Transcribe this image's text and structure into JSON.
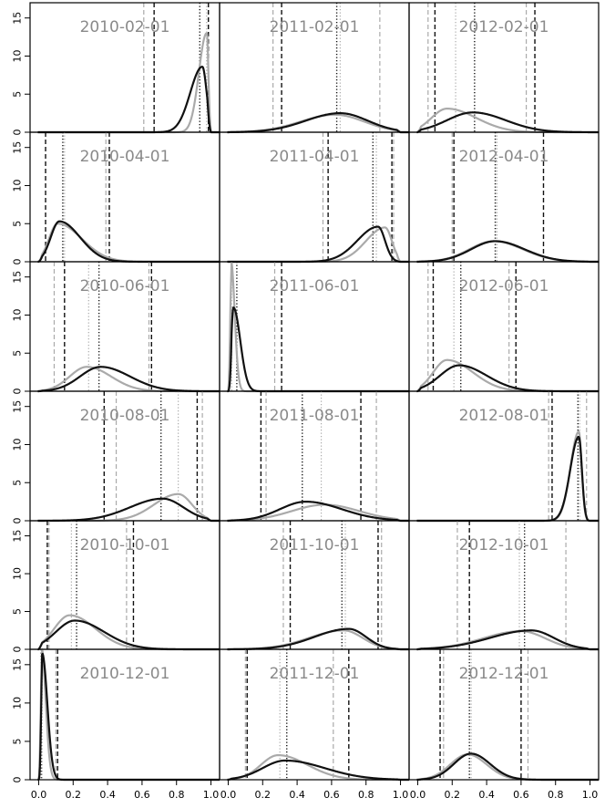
{
  "chart_data": {
    "type": "line",
    "layout": {
      "rows": 6,
      "cols": 3,
      "order": "column-major"
    },
    "xlim": [
      -0.05,
      1.05
    ],
    "ylim": [
      0,
      17
    ],
    "x_ticks": [
      0.0,
      0.2,
      0.4,
      0.6,
      0.8,
      1.0
    ],
    "x_tick_labels": [
      "0.0",
      "0.2",
      "0.4",
      "0.6",
      "0.8",
      "1.0"
    ],
    "y_ticks": [
      0,
      5,
      10,
      15
    ],
    "y_tick_labels": [
      "0",
      "5",
      "10",
      "15"
    ],
    "colors": {
      "dark": "#111111",
      "light": "#aaaaaa",
      "title": "#8a8a8a"
    },
    "panels": [
      {
        "title": "2010-02-01",
        "dark": {
          "mode": 0.95,
          "peak": 8.6,
          "sl": 0.07,
          "sr": 0.025,
          "xmin": 0.38,
          "xmax": 1.0
        },
        "light": {
          "mode": 0.975,
          "peak": 13.0,
          "sl": 0.045,
          "sr": 0.015,
          "xmin": 0.45,
          "xmax": 1.0
        },
        "vlines": [
          {
            "x": 0.61,
            "c": "light",
            "s": "dash"
          },
          {
            "x": 0.67,
            "c": "dark",
            "s": "dash"
          },
          {
            "x": 0.935,
            "c": "dark",
            "s": "dot"
          },
          {
            "x": 0.975,
            "c": "light",
            "s": "dot"
          },
          {
            "x": 0.985,
            "c": "dark",
            "s": "dash"
          }
        ]
      },
      {
        "title": "2010-04-01",
        "dark": {
          "mode": 0.12,
          "peak": 5.3,
          "sl": 0.05,
          "sr": 0.12,
          "xmin": 0.0,
          "xmax": 0.7
        },
        "light": {
          "mode": 0.11,
          "peak": 5.0,
          "sl": 0.05,
          "sr": 0.14,
          "xmin": 0.0,
          "xmax": 0.78
        },
        "vlines": [
          {
            "x": 0.04,
            "c": "dark",
            "s": "dash"
          },
          {
            "x": 0.14,
            "c": "dark",
            "s": "dot"
          },
          {
            "x": 0.15,
            "c": "light",
            "s": "dot"
          },
          {
            "x": 0.39,
            "c": "light",
            "s": "dash"
          },
          {
            "x": 0.41,
            "c": "dark",
            "s": "dash"
          }
        ]
      },
      {
        "title": "2010-06-01",
        "dark": {
          "mode": 0.36,
          "peak": 3.2,
          "sl": 0.12,
          "sr": 0.17,
          "xmin": 0.0,
          "xmax": 0.95
        },
        "light": {
          "mode": 0.28,
          "peak": 3.2,
          "sl": 0.1,
          "sr": 0.14,
          "xmin": 0.0,
          "xmax": 0.95
        },
        "vlines": [
          {
            "x": 0.09,
            "c": "light",
            "s": "dash"
          },
          {
            "x": 0.15,
            "c": "dark",
            "s": "dash"
          },
          {
            "x": 0.29,
            "c": "light",
            "s": "dot"
          },
          {
            "x": 0.35,
            "c": "dark",
            "s": "dot"
          },
          {
            "x": 0.64,
            "c": "light",
            "s": "dash"
          },
          {
            "x": 0.655,
            "c": "dark",
            "s": "dash"
          }
        ]
      },
      {
        "title": "2010-08-01",
        "dark": {
          "mode": 0.72,
          "peak": 2.9,
          "sl": 0.19,
          "sr": 0.12,
          "xmin": 0.0,
          "xmax": 1.0
        },
        "light": {
          "mode": 0.81,
          "peak": 3.5,
          "sl": 0.14,
          "sr": 0.08,
          "xmin": 0.2,
          "xmax": 1.0
        },
        "vlines": [
          {
            "x": 0.38,
            "c": "dark",
            "s": "dash"
          },
          {
            "x": 0.45,
            "c": "light",
            "s": "dash"
          },
          {
            "x": 0.71,
            "c": "dark",
            "s": "dot"
          },
          {
            "x": 0.81,
            "c": "light",
            "s": "dot"
          },
          {
            "x": 0.92,
            "c": "dark",
            "s": "dash"
          },
          {
            "x": 0.95,
            "c": "light",
            "s": "dash"
          }
        ]
      },
      {
        "title": "2010-10-01",
        "dark": {
          "mode": 0.21,
          "peak": 3.8,
          "sl": 0.11,
          "sr": 0.17,
          "xmin": 0.0,
          "xmax": 0.9
        },
        "light": {
          "mode": 0.18,
          "peak": 4.5,
          "sl": 0.09,
          "sr": 0.15,
          "xmin": 0.0,
          "xmax": 0.9
        },
        "vlines": [
          {
            "x": 0.05,
            "c": "dark",
            "s": "dash"
          },
          {
            "x": 0.06,
            "c": "light",
            "s": "dash"
          },
          {
            "x": 0.19,
            "c": "light",
            "s": "dot"
          },
          {
            "x": 0.22,
            "c": "dark",
            "s": "dot"
          },
          {
            "x": 0.51,
            "c": "light",
            "s": "dash"
          },
          {
            "x": 0.55,
            "c": "dark",
            "s": "dash"
          }
        ]
      },
      {
        "title": "2010-12-01",
        "dark": {
          "mode": 0.02,
          "peak": 16.5,
          "sl": 0.008,
          "sr": 0.03,
          "xmin": 0.0,
          "xmax": 0.7
        },
        "light": {
          "mode": 0.015,
          "peak": 17.5,
          "sl": 0.008,
          "sr": 0.025,
          "xmin": 0.0,
          "xmax": 0.7
        },
        "vlines": [
          {
            "x": 0.015,
            "c": "dark",
            "s": "dot"
          },
          {
            "x": 0.02,
            "c": "light",
            "s": "dot"
          },
          {
            "x": 0.1,
            "c": "light",
            "s": "dash"
          },
          {
            "x": 0.11,
            "c": "dark",
            "s": "dash"
          }
        ]
      },
      {
        "title": "2011-02-01",
        "dark": {
          "mode": 0.65,
          "peak": 2.5,
          "sl": 0.2,
          "sr": 0.16,
          "xmin": 0.0,
          "xmax": 1.0
        },
        "light": {
          "mode": 0.62,
          "peak": 2.3,
          "sl": 0.2,
          "sr": 0.17,
          "xmin": 0.0,
          "xmax": 1.0
        },
        "vlines": [
          {
            "x": 0.26,
            "c": "light",
            "s": "dash"
          },
          {
            "x": 0.31,
            "c": "dark",
            "s": "dash"
          },
          {
            "x": 0.63,
            "c": "dark",
            "s": "dot"
          },
          {
            "x": 0.65,
            "c": "light",
            "s": "dot"
          },
          {
            "x": 0.88,
            "c": "light",
            "s": "dash"
          }
        ]
      },
      {
        "title": "2011-04-01",
        "dark": {
          "mode": 0.87,
          "peak": 4.6,
          "sl": 0.12,
          "sr": 0.04,
          "xmin": 0.2,
          "xmax": 1.0
        },
        "light": {
          "mode": 0.91,
          "peak": 4.5,
          "sl": 0.11,
          "sr": 0.04,
          "xmin": 0.3,
          "xmax": 1.0
        },
        "vlines": [
          {
            "x": 0.55,
            "c": "light",
            "s": "dash"
          },
          {
            "x": 0.58,
            "c": "dark",
            "s": "dash"
          },
          {
            "x": 0.84,
            "c": "dark",
            "s": "dot"
          },
          {
            "x": 0.86,
            "c": "light",
            "s": "dot"
          },
          {
            "x": 0.95,
            "c": "dark",
            "s": "dash"
          },
          {
            "x": 0.96,
            "c": "light",
            "s": "dash"
          }
        ]
      },
      {
        "title": "2011-06-01",
        "dark": {
          "mode": 0.03,
          "peak": 11.0,
          "sl": 0.012,
          "sr": 0.04,
          "xmin": 0.0,
          "xmax": 0.6
        },
        "light": {
          "mode": 0.015,
          "peak": 17.5,
          "sl": 0.008,
          "sr": 0.022,
          "xmin": 0.0,
          "xmax": 0.5
        },
        "vlines": [
          {
            "x": 0.02,
            "c": "light",
            "s": "dot"
          },
          {
            "x": 0.05,
            "c": "dark",
            "s": "dot"
          },
          {
            "x": 0.27,
            "c": "light",
            "s": "dash"
          },
          {
            "x": 0.31,
            "c": "dark",
            "s": "dash"
          }
        ]
      },
      {
        "title": "2011-08-01",
        "dark": {
          "mode": 0.45,
          "peak": 2.5,
          "sl": 0.15,
          "sr": 0.21,
          "xmin": 0.0,
          "xmax": 1.0
        },
        "light": {
          "mode": 0.56,
          "peak": 2.1,
          "sl": 0.19,
          "sr": 0.2,
          "xmin": 0.0,
          "xmax": 1.0
        },
        "vlines": [
          {
            "x": 0.19,
            "c": "dark",
            "s": "dash"
          },
          {
            "x": 0.22,
            "c": "light",
            "s": "dash"
          },
          {
            "x": 0.43,
            "c": "dark",
            "s": "dot"
          },
          {
            "x": 0.54,
            "c": "light",
            "s": "dot"
          },
          {
            "x": 0.77,
            "c": "dark",
            "s": "dash"
          },
          {
            "x": 0.86,
            "c": "light",
            "s": "dash"
          }
        ]
      },
      {
        "title": "2011-10-01",
        "dark": {
          "mode": 0.7,
          "peak": 2.7,
          "sl": 0.2,
          "sr": 0.1,
          "xmin": 0.0,
          "xmax": 1.0
        },
        "light": {
          "mode": 0.67,
          "peak": 2.5,
          "sl": 0.2,
          "sr": 0.11,
          "xmin": 0.0,
          "xmax": 1.0
        },
        "vlines": [
          {
            "x": 0.32,
            "c": "light",
            "s": "dash"
          },
          {
            "x": 0.36,
            "c": "dark",
            "s": "dash"
          },
          {
            "x": 0.66,
            "c": "dark",
            "s": "dot"
          },
          {
            "x": 0.68,
            "c": "light",
            "s": "dot"
          },
          {
            "x": 0.87,
            "c": "dark",
            "s": "dash"
          },
          {
            "x": 0.89,
            "c": "light",
            "s": "dash"
          }
        ]
      },
      {
        "title": "2011-12-01",
        "dark": {
          "mode": 0.33,
          "peak": 2.5,
          "sl": 0.13,
          "sr": 0.23,
          "xmin": 0.0,
          "xmax": 1.0
        },
        "light": {
          "mode": 0.29,
          "peak": 3.2,
          "sl": 0.1,
          "sr": 0.17,
          "xmin": 0.0,
          "xmax": 1.0
        },
        "vlines": [
          {
            "x": 0.1,
            "c": "light",
            "s": "dash"
          },
          {
            "x": 0.11,
            "c": "dark",
            "s": "dash"
          },
          {
            "x": 0.3,
            "c": "light",
            "s": "dot"
          },
          {
            "x": 0.34,
            "c": "dark",
            "s": "dot"
          },
          {
            "x": 0.61,
            "c": "light",
            "s": "dash"
          },
          {
            "x": 0.7,
            "c": "dark",
            "s": "dash"
          }
        ]
      },
      {
        "title": "2012-02-01",
        "dark": {
          "mode": 0.32,
          "peak": 2.6,
          "sl": 0.15,
          "sr": 0.19,
          "xmin": 0.0,
          "xmax": 1.0
        },
        "light": {
          "mode": 0.17,
          "peak": 3.1,
          "sl": 0.09,
          "sr": 0.17,
          "xmin": 0.0,
          "xmax": 1.0
        },
        "vlines": [
          {
            "x": 0.06,
            "c": "light",
            "s": "dash"
          },
          {
            "x": 0.1,
            "c": "dark",
            "s": "dash"
          },
          {
            "x": 0.22,
            "c": "light",
            "s": "dot"
          },
          {
            "x": 0.33,
            "c": "dark",
            "s": "dot"
          },
          {
            "x": 0.63,
            "c": "light",
            "s": "dash"
          },
          {
            "x": 0.68,
            "c": "dark",
            "s": "dash"
          }
        ]
      },
      {
        "title": "2012-04-01",
        "dark": {
          "mode": 0.45,
          "peak": 2.7,
          "sl": 0.14,
          "sr": 0.17,
          "xmin": 0.0,
          "xmax": 1.0
        },
        "light": {
          "mode": 0.44,
          "peak": 2.7,
          "sl": 0.14,
          "sr": 0.17,
          "xmin": 0.0,
          "xmax": 1.0
        },
        "vlines": [
          {
            "x": 0.2,
            "c": "light",
            "s": "dash"
          },
          {
            "x": 0.21,
            "c": "dark",
            "s": "dash"
          },
          {
            "x": 0.45,
            "c": "dark",
            "s": "dot"
          },
          {
            "x": 0.46,
            "c": "light",
            "s": "dot"
          },
          {
            "x": 0.73,
            "c": "dark",
            "s": "dash"
          }
        ]
      },
      {
        "title": "2012-06-01",
        "dark": {
          "mode": 0.24,
          "peak": 3.4,
          "sl": 0.11,
          "sr": 0.16,
          "xmin": 0.0,
          "xmax": 0.95
        },
        "light": {
          "mode": 0.17,
          "peak": 4.1,
          "sl": 0.08,
          "sr": 0.15,
          "xmin": 0.0,
          "xmax": 0.95
        },
        "vlines": [
          {
            "x": 0.06,
            "c": "light",
            "s": "dash"
          },
          {
            "x": 0.09,
            "c": "dark",
            "s": "dash"
          },
          {
            "x": 0.21,
            "c": "light",
            "s": "dot"
          },
          {
            "x": 0.25,
            "c": "dark",
            "s": "dot"
          },
          {
            "x": 0.53,
            "c": "light",
            "s": "dash"
          },
          {
            "x": 0.57,
            "c": "dark",
            "s": "dash"
          }
        ]
      },
      {
        "title": "2012-08-01",
        "dark": {
          "mode": 0.935,
          "peak": 11.0,
          "sl": 0.05,
          "sr": 0.018,
          "xmin": 0.5,
          "xmax": 1.0
        },
        "light": {
          "mode": 0.935,
          "peak": 11.7,
          "sl": 0.048,
          "sr": 0.017,
          "xmin": 0.5,
          "xmax": 1.0
        },
        "vlines": [
          {
            "x": 0.76,
            "c": "light",
            "s": "dash"
          },
          {
            "x": 0.78,
            "c": "dark",
            "s": "dash"
          },
          {
            "x": 0.93,
            "c": "dark",
            "s": "dot"
          },
          {
            "x": 0.94,
            "c": "light",
            "s": "dot"
          },
          {
            "x": 0.98,
            "c": "light",
            "s": "dash"
          }
        ]
      },
      {
        "title": "2012-10-01",
        "dark": {
          "mode": 0.66,
          "peak": 2.5,
          "sl": 0.24,
          "sr": 0.13,
          "xmin": 0.0,
          "xmax": 1.0
        },
        "light": {
          "mode": 0.6,
          "peak": 2.4,
          "sl": 0.22,
          "sr": 0.14,
          "xmin": 0.0,
          "xmax": 1.0
        },
        "vlines": [
          {
            "x": 0.23,
            "c": "light",
            "s": "dash"
          },
          {
            "x": 0.3,
            "c": "dark",
            "s": "dash"
          },
          {
            "x": 0.59,
            "c": "light",
            "s": "dot"
          },
          {
            "x": 0.62,
            "c": "dark",
            "s": "dot"
          },
          {
            "x": 0.86,
            "c": "light",
            "s": "dash"
          }
        ]
      },
      {
        "title": "2012-12-01",
        "dark": {
          "mode": 0.31,
          "peak": 3.4,
          "sl": 0.1,
          "sr": 0.11,
          "xmin": 0.0,
          "xmax": 0.95
        },
        "light": {
          "mode": 0.29,
          "peak": 3.3,
          "sl": 0.1,
          "sr": 0.11,
          "xmin": 0.0,
          "xmax": 0.95
        },
        "vlines": [
          {
            "x": 0.13,
            "c": "dark",
            "s": "dash"
          },
          {
            "x": 0.15,
            "c": "light",
            "s": "dash"
          },
          {
            "x": 0.3,
            "c": "dark",
            "s": "dot"
          },
          {
            "x": 0.31,
            "c": "light",
            "s": "dot"
          },
          {
            "x": 0.6,
            "c": "dark",
            "s": "dash"
          },
          {
            "x": 0.64,
            "c": "light",
            "s": "dash"
          }
        ]
      }
    ]
  }
}
